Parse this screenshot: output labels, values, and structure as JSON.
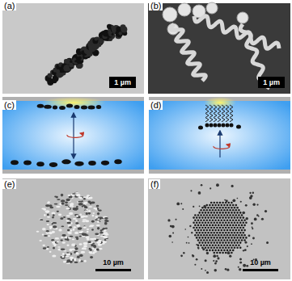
{
  "diagram": {
    "nodes": [
      {
        "text": [
          "1 µm"
        ]
      },
      {
        "text": [
          "1 µm"
        ]
      }
    ],
    "labels": [
      "(a)",
      "(b)",
      "(c)",
      "(d)",
      "(e)",
      "(f)",
      "10 µm",
      "10 µm"
    ]
  }
}
